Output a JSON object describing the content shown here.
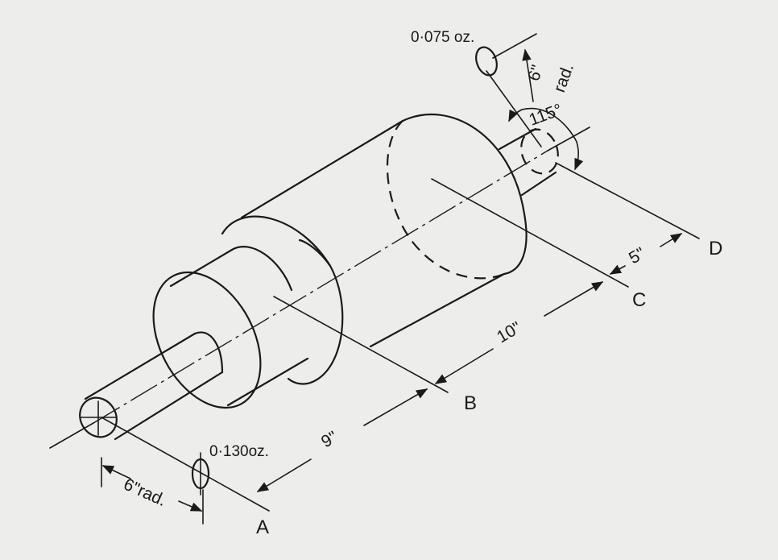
{
  "diagram": {
    "plane_labels": {
      "a": "A",
      "b": "B",
      "c": "C",
      "d": "D"
    },
    "dimensions": {
      "ab": "9\"",
      "bc": "10\"",
      "cd": "5\"",
      "radius_a": "6\"rad.",
      "radius_d_value": "6\"",
      "radius_d_unit": "rad.",
      "angle": "115°"
    },
    "masses": {
      "at_a": "0·130oz.",
      "at_d": "0·075 oz."
    }
  }
}
